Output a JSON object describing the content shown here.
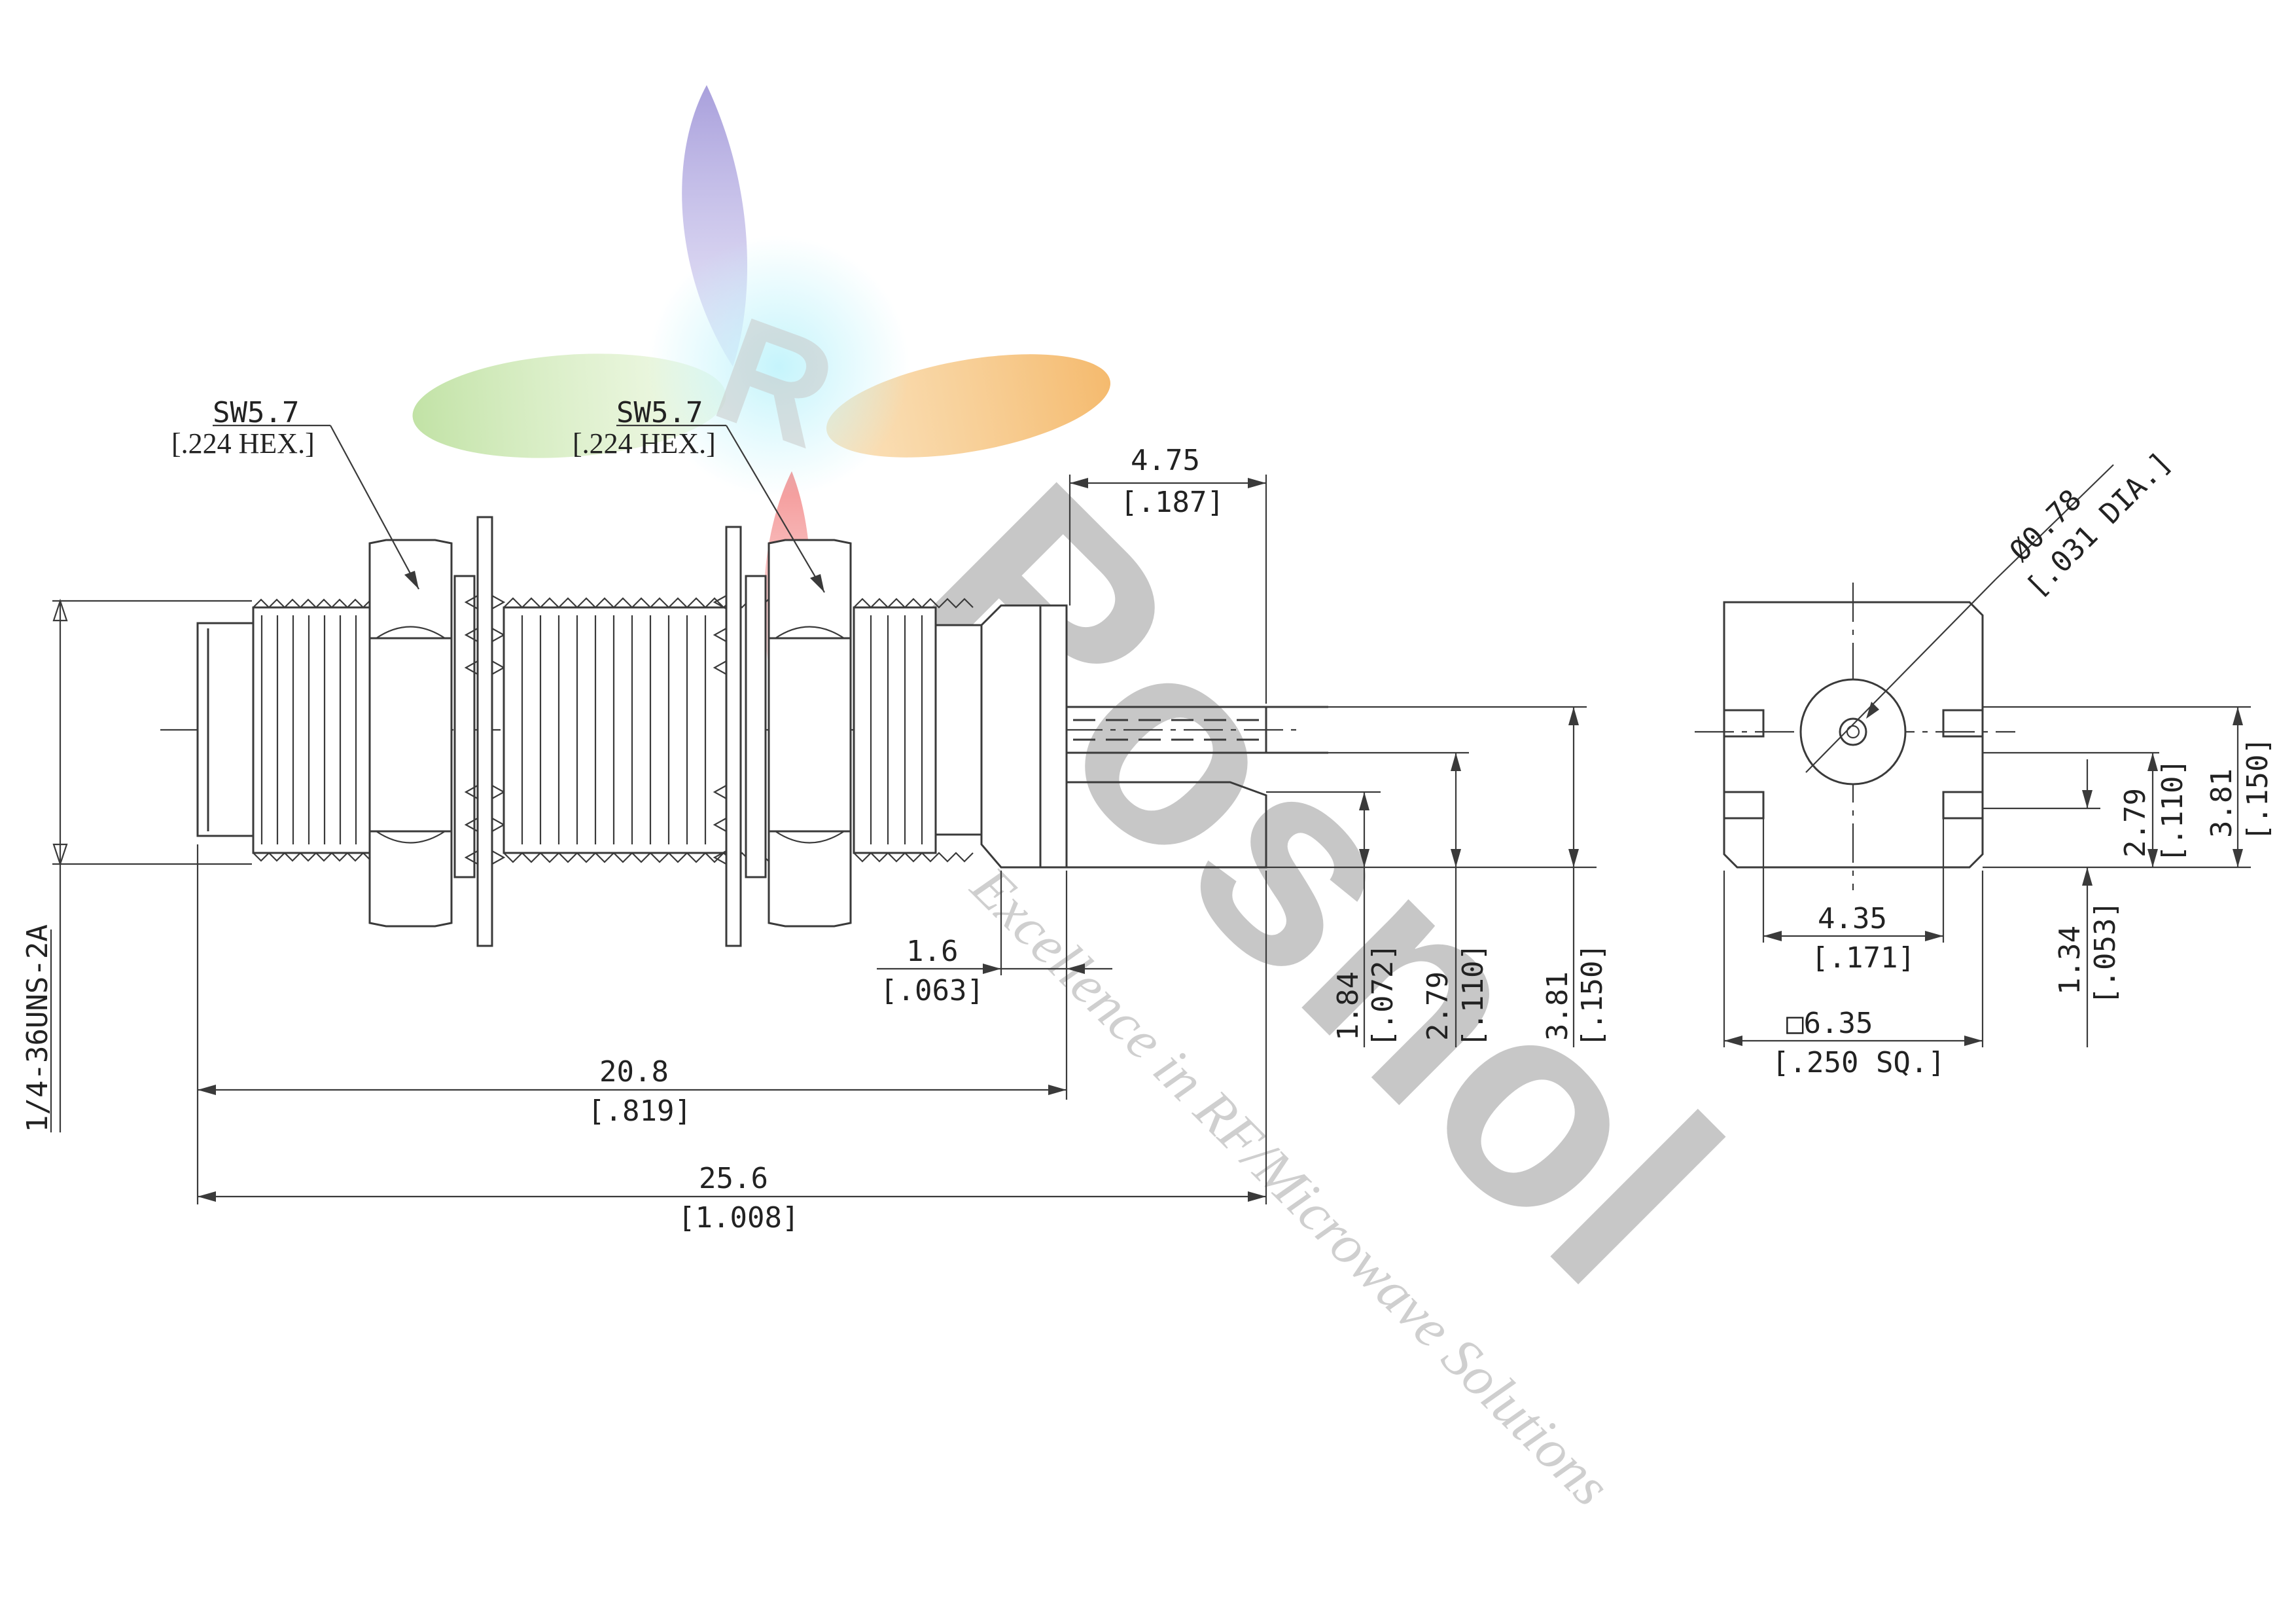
{
  "drawing": {
    "hex_callouts": [
      {
        "size": "SW5.7",
        "inch": "[.224 HEX.]"
      },
      {
        "size": "SW5.7",
        "inch": "[.224 HEX.]"
      }
    ],
    "thread_spec": "1/4-36UNS-2A",
    "dimensions": {
      "tail_length": {
        "mm": "4.75",
        "inch": "[.187]"
      },
      "flange_step": {
        "mm": "1.6",
        "inch": "[.063]"
      },
      "body_to_flange": {
        "mm": "20.8",
        "inch": "[.819]"
      },
      "overall_length": {
        "mm": "25.6",
        "inch": "[1.008]"
      },
      "side_h1": {
        "mm": "1.84",
        "inch": "[.072]"
      },
      "side_h2": {
        "mm": "2.79",
        "inch": "[.110]"
      },
      "side_h3": {
        "mm": "3.81",
        "inch": "[.150]"
      },
      "pin_dia": {
        "mm": "Ø0.78",
        "inch": "[.031 DIA.]"
      },
      "end_h1": {
        "mm": "2.79",
        "inch": "[.110]"
      },
      "end_h2": {
        "mm": "3.81",
        "inch": "[.150]"
      },
      "end_h3": {
        "mm": "1.34",
        "inch": "[.053]"
      },
      "slot_width": {
        "mm": "4.35",
        "inch": "[.171]"
      },
      "flange_square": {
        "mm": "□6.35",
        "inch": "[.250 SQ.]"
      }
    }
  },
  "watermark": {
    "brand": "Rosnol",
    "logo_letter": "R",
    "tagline": "Excellence in RF/Microwave Solutions",
    "colors": {
      "purple": "#9b8fd8",
      "green": "#9fd17a",
      "orange": "#f4b860",
      "red": "#f07a7a",
      "cyan": "#9fe3f0",
      "gray": "#9a9a9a"
    }
  }
}
